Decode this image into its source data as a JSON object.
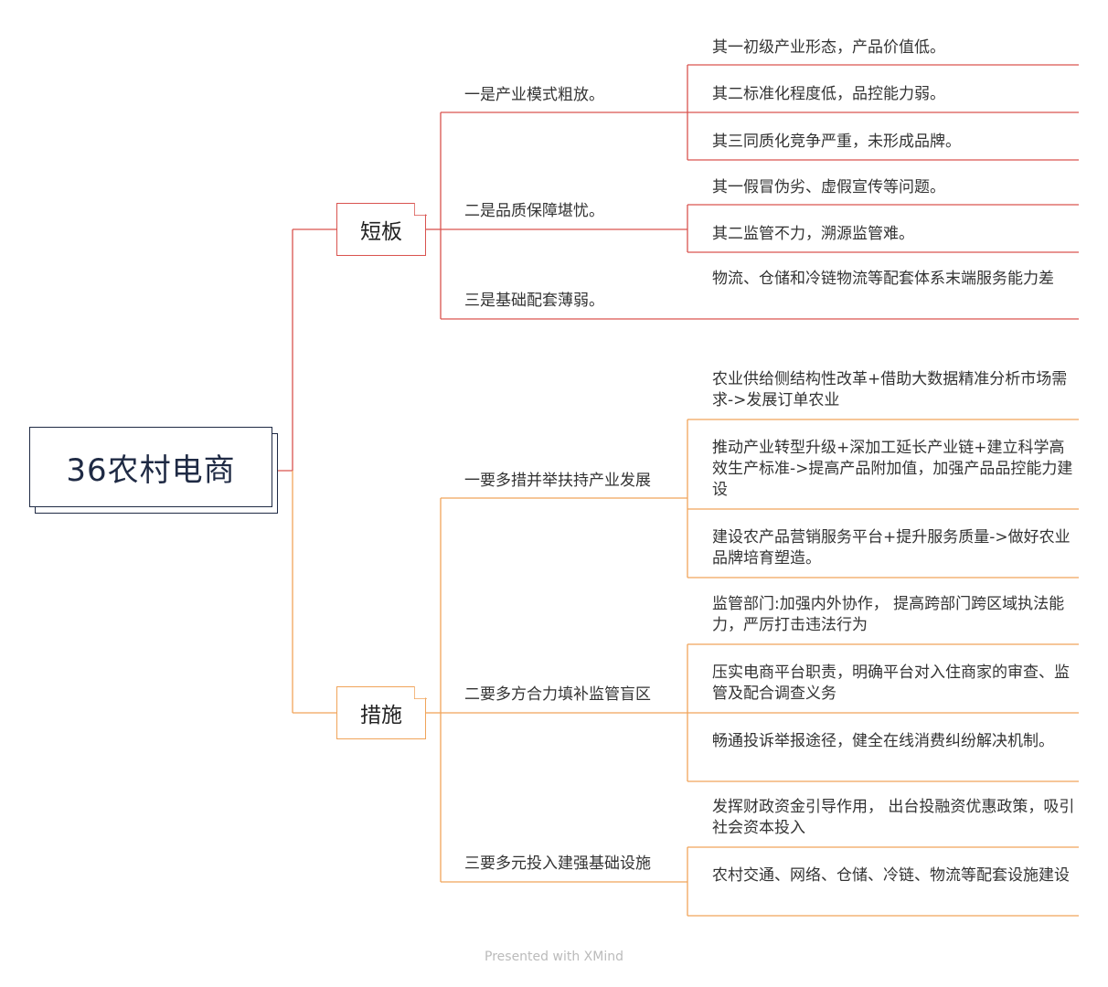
{
  "root": {
    "title": "36农村电商"
  },
  "colors": {
    "shortcoming": "#d9534f",
    "measures": "#f0a45a",
    "root_border": "#1f2a44"
  },
  "branches": [
    {
      "label": "短板",
      "subtopics": [
        {
          "label": "一是产业模式粗放。",
          "leaves": [
            "其一初级产业形态，产品价值低。",
            "其二标准化程度低，品控能力弱。",
            "其三同质化竞争严重，未形成品牌。"
          ]
        },
        {
          "label": "二是品质保障堪忧。",
          "leaves": [
            "其一假冒伪劣、虚假宣传等问题。",
            "其二监管不力，溯源监管难。"
          ]
        },
        {
          "label": "三是基础配套薄弱。",
          "leaves": [
            "物流、仓储和冷链物流等配套体系末端服务能力差"
          ]
        }
      ]
    },
    {
      "label": "措施",
      "subtopics": [
        {
          "label": "一要多措并举扶持产业发展",
          "leaves": [
            "农业供给侧结构性改革+借助大数据精准分析市场需求->发展订单农业",
            "推动产业转型升级+深加工延长产业链+建立科学高效生产标准->提高产品附加值，加强产品品控能力建设",
            "建设农产品营销服务平台+提升服务质量->做好农业品牌培育塑造。"
          ]
        },
        {
          "label": "二要多方合力填补监管盲区",
          "leaves": [
            "监管部门:加强内外协作， 提高跨部门跨区域执法能力，严厉打击违法行为",
            "压实电商平台职责，明确平台对入住商家的审查、监管及配合调查义务",
            "畅通投诉举报途径，健全在线消费纠纷解决机制。"
          ]
        },
        {
          "label": "三要多元投入建强基础设施",
          "leaves": [
            "发挥财政资金引导作用， 出台投融资优惠政策，吸引社会资本投入",
            "农村交通、网络、仓储、冷链、物流等配套设施建设"
          ]
        }
      ]
    }
  ],
  "footer": "Presented with XMind"
}
